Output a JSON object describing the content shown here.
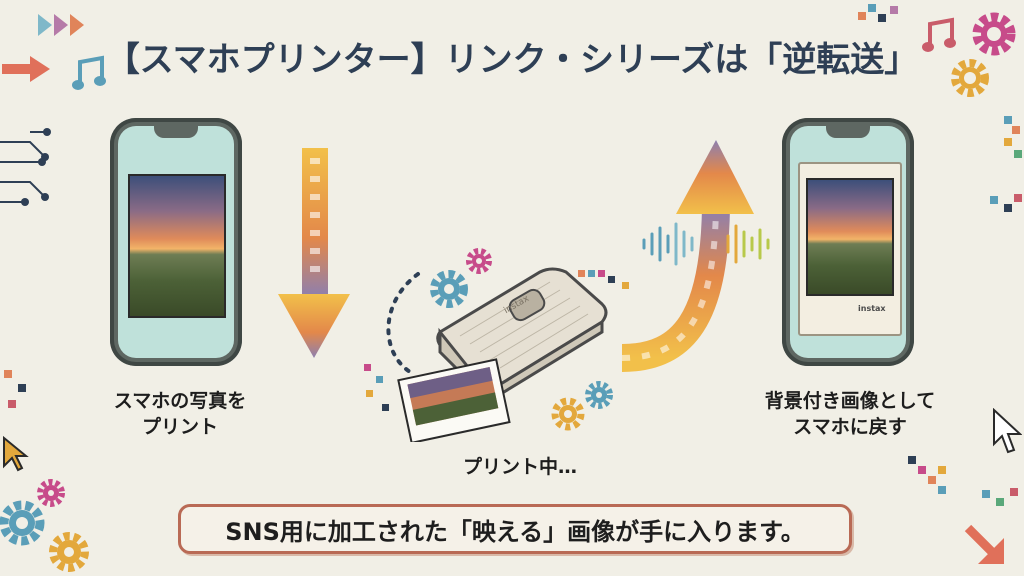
{
  "title": "【スマホプリンター】リンク・シリーズは「逆転送」",
  "steps": {
    "step1": [
      "スマホの写真を",
      "プリント"
    ],
    "step2": "プリント中…",
    "step3": [
      "背景付き画像として",
      "スマホに戻す"
    ]
  },
  "printer_logo": "instax",
  "frame_logo": "instax",
  "bottom": {
    "prefix": "SNS用に加工された「",
    "highlight": "映える",
    "suffix": "」画像が手に入ります。"
  },
  "colors": {
    "title": "#2e3f55",
    "phone_body": "#5e6762",
    "phone_screen": "#bfe1da",
    "bottom_border": "#b96a55",
    "arrow_down": "#e8a54a",
    "arrow_up": "#d8743a"
  },
  "icons": [
    "play-arrows-icon",
    "right-arrow-icon",
    "music-note-icon",
    "gear-icon",
    "circuit-icon",
    "cursor-icon",
    "pixel-icon",
    "sound-wave-icon"
  ]
}
